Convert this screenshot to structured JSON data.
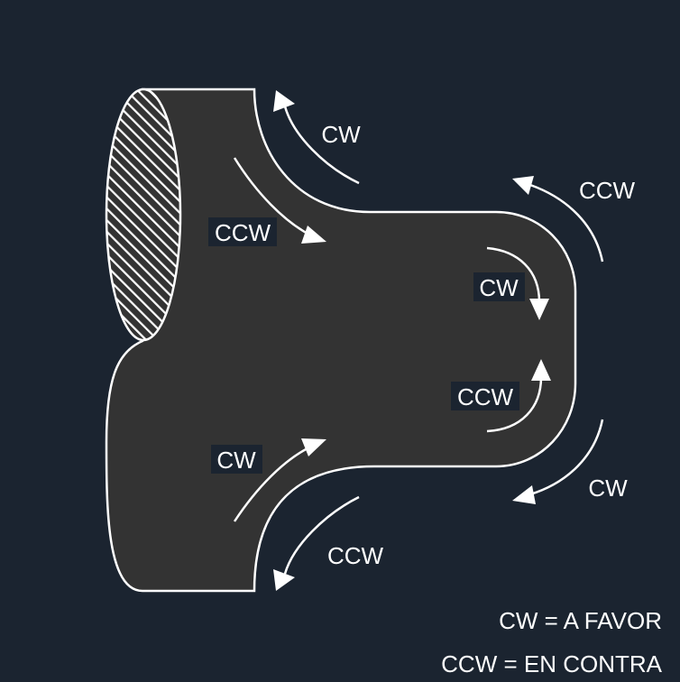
{
  "colors": {
    "background": "#1b2430",
    "body_fill": "#333333",
    "line": "#ffffff",
    "label_bg": "#1b2430"
  },
  "labels": {
    "upper_outer": "CW",
    "upper_inner": "CCW",
    "right_top_outer": "CCW",
    "right_top_inner": "CW",
    "right_bottom_inner": "CCW",
    "right_bottom_outer": "CW",
    "lower_inner": "CW",
    "lower_outer": "CCW"
  },
  "legend": {
    "cw": "CW = A FAVOR",
    "ccw": "CCW = EN CONTRA"
  }
}
